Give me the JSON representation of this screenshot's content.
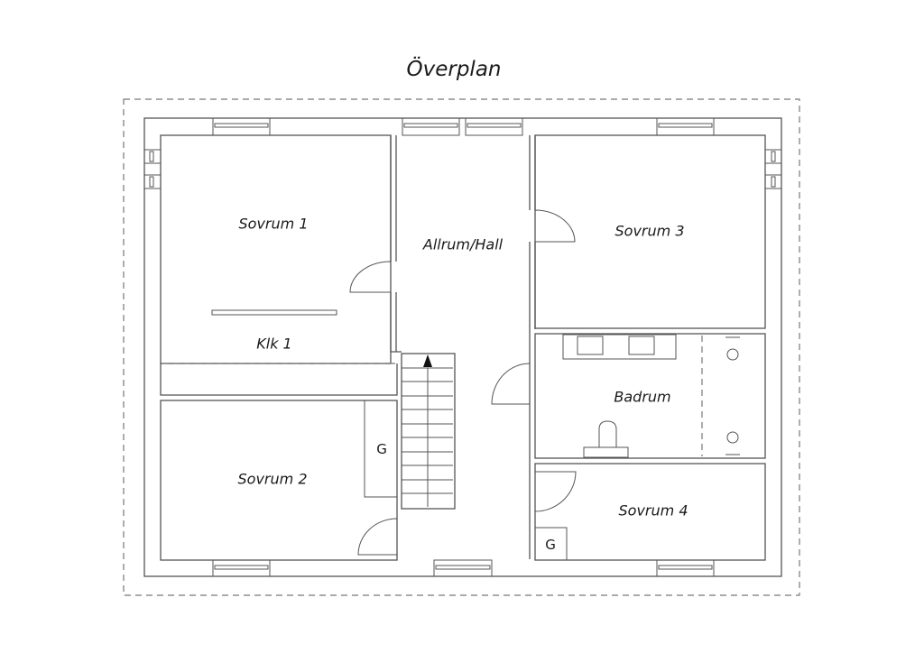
{
  "title": "Överplan",
  "rooms": {
    "sovrum1": "Sovrum 1",
    "allrum": "Allrum/Hall",
    "sovrum3": "Sovrum 3",
    "klk1": "Klk 1",
    "badrum": "Badrum",
    "sovrum2": "Sovrum 2",
    "sovrum4": "Sovrum 4"
  },
  "closets": {
    "g_sovrum2": "G",
    "g_sovrum4": "G"
  },
  "colors": {
    "line": "#555555",
    "text": "#1a1a1a",
    "background": "#ffffff"
  }
}
